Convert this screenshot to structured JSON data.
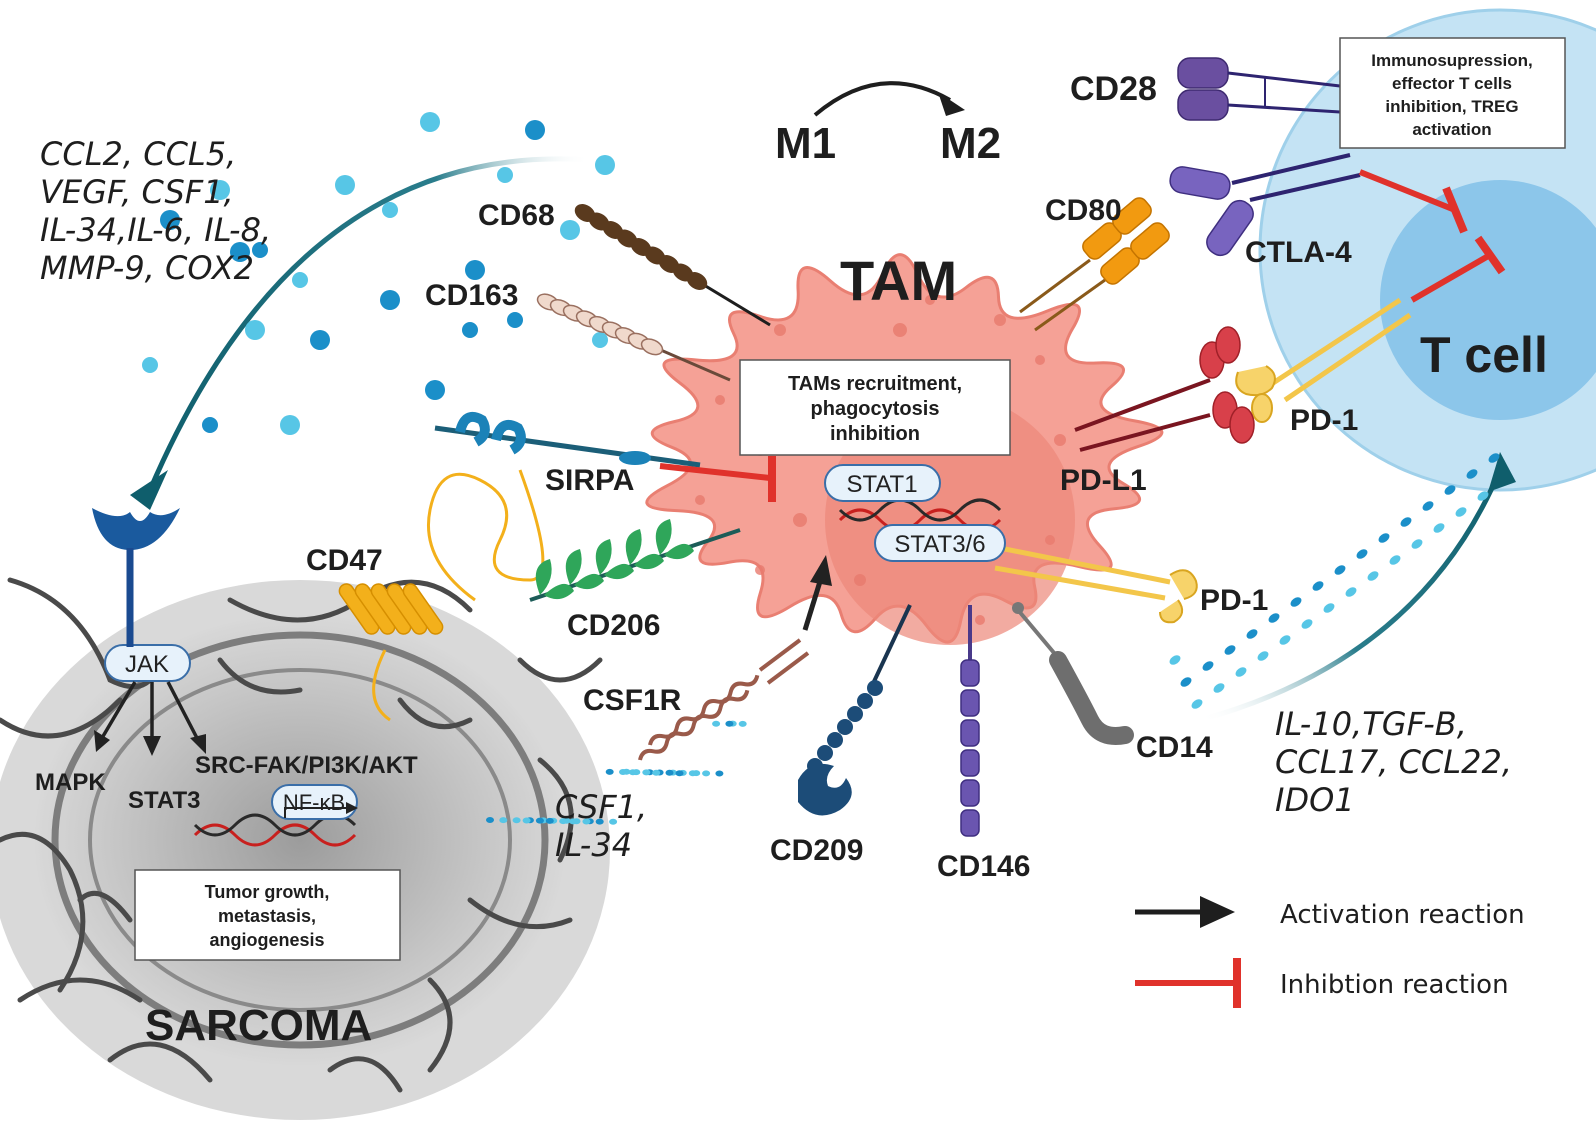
{
  "header": {
    "m1": "M1",
    "m2": "M2"
  },
  "cells": {
    "tam": "TAM",
    "tcell": "T cell",
    "sarcoma": "SARCOMA"
  },
  "receptors": {
    "cd68": "CD68",
    "cd163": "CD163",
    "sirpa": "SIRPA",
    "cd47": "CD47",
    "cd206": "CD206",
    "csf1r": "CSF1R",
    "cd209": "CD209",
    "cd146": "CD146",
    "cd14": "CD14",
    "cd80": "CD80",
    "cd28": "CD28",
    "ctla4": "CTLA-4",
    "pdl1": "PD-L1",
    "pd1_top": "PD-1",
    "pd1_bottom": "PD-1"
  },
  "pathway": {
    "jak": "JAK",
    "mapk": "MAPK",
    "stat3": "STAT3",
    "src": "SRC-FAK/PI3K/AKT",
    "nfkb": "NF-κB",
    "stat1": "STAT1",
    "stat36": "STAT3/6"
  },
  "cytokines": {
    "tumor_secreted": [
      "CCL2, CCL5,",
      "VEGF, CSF1,",
      "IL-34,IL-6, IL-8,",
      "MMP-9, COX2"
    ],
    "csf": [
      "CSF1,",
      "IL-34"
    ],
    "tam_secreted": [
      "IL-10,TGF-B,",
      "CCL17, CCL22,",
      "IDO1"
    ]
  },
  "boxes": {
    "tam_box": [
      "TAMs recruitment,",
      "phagocytosis",
      "inhibition"
    ],
    "tcell_box": [
      "Immunosupression,",
      "effector T cells",
      "inhibition, TREG",
      "activation"
    ],
    "tumor_box": [
      "Tumor growth,",
      "metastasis,",
      "angiogenesis"
    ]
  },
  "legend": {
    "activation": "Activation reaction",
    "inhibition": "Inhibtion reaction"
  },
  "colors": {
    "tam_fill": "#f5a196",
    "tam_stroke": "#e97f72",
    "tcell_fill": "#bfe1f3",
    "tcell_nucleus": "#8cc6ea",
    "inhibition": "#e0322b",
    "activation": "#222222",
    "dot_dark": "#1b8fc9",
    "dot_light": "#57c6e6"
  }
}
